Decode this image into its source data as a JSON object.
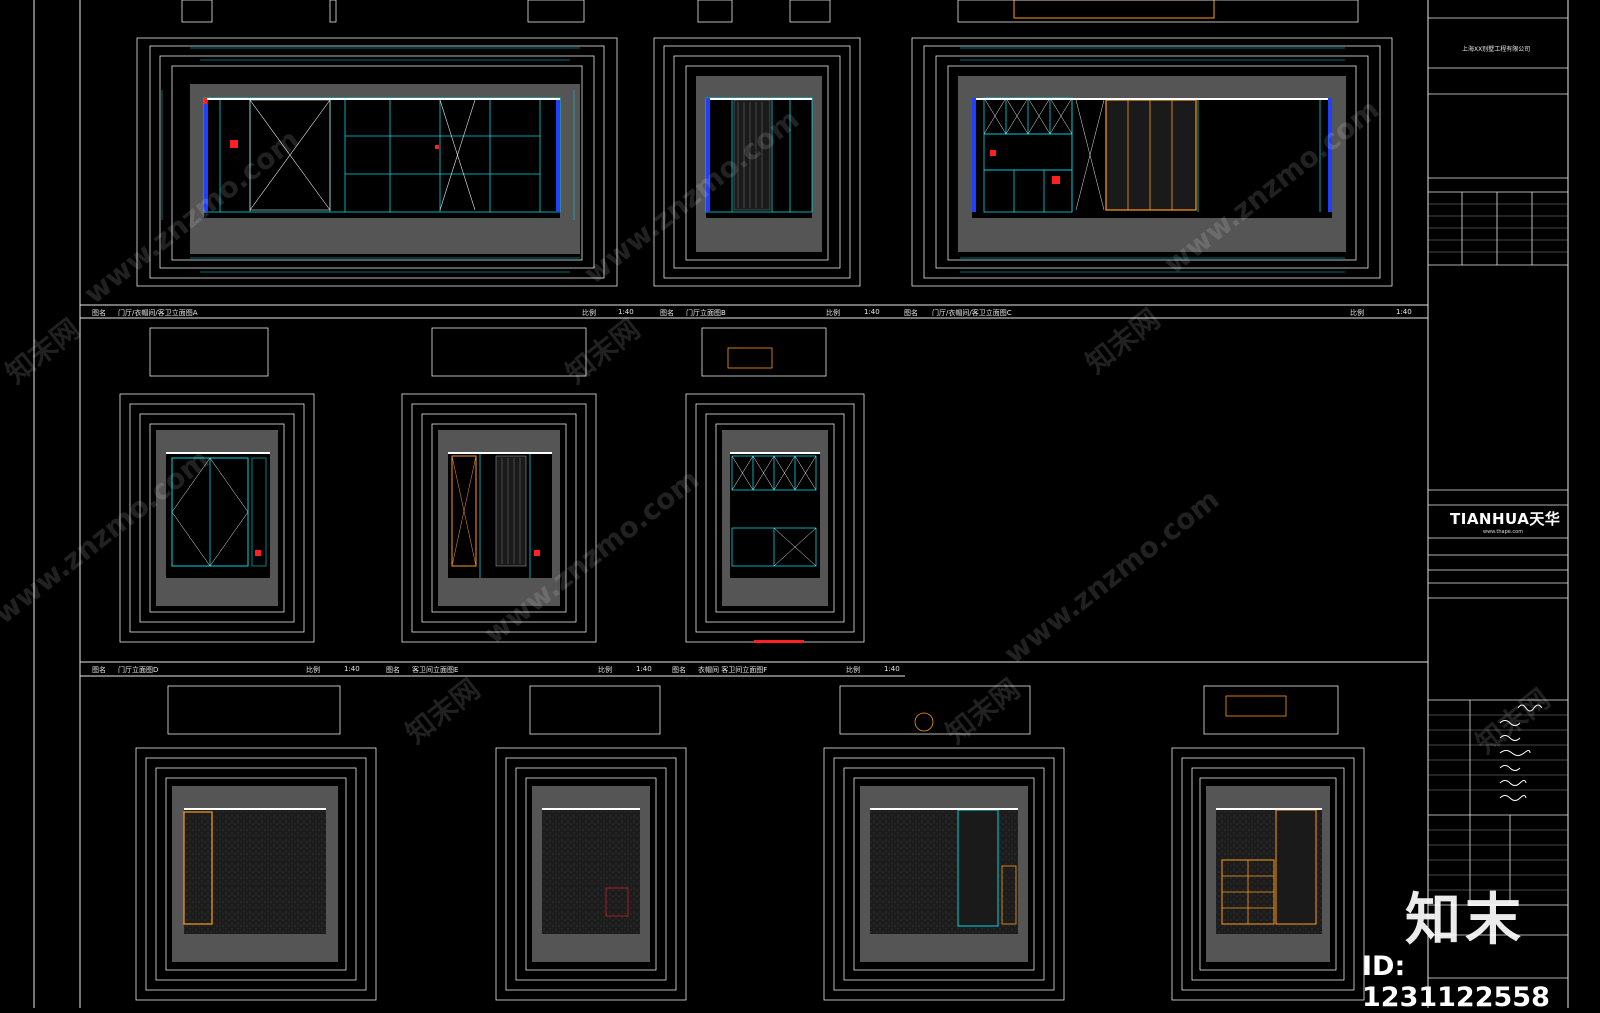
{
  "title_block": {
    "company_line": "上海XX别墅工程有限公司",
    "logo": "TIANHUA天华",
    "logo_url": "www.thape.com"
  },
  "sheet_labels": [
    {
      "label": "图名",
      "name": "门厅/衣帽间/客卫立面图A",
      "scale_label": "比例",
      "scale": "1:40"
    },
    {
      "label": "图名",
      "name": "门厅立面图B",
      "scale_label": "比例",
      "scale": "1:40"
    },
    {
      "label": "图名",
      "name": "门厅/衣帽间/客卫立面图C",
      "scale_label": "比例",
      "scale": "1:40"
    },
    {
      "label": "图名",
      "name": "门厅立面图D",
      "scale_label": "比例",
      "scale": "1:40"
    },
    {
      "label": "图名",
      "name": "客卫间立面图E",
      "scale_label": "比例",
      "scale": "1:40"
    },
    {
      "label": "图名",
      "name": "衣帽间 客卫间立面图F",
      "scale_label": "比例",
      "scale": "1:40"
    }
  ],
  "watermark": {
    "brand": "知末",
    "id": "ID: 1231122558",
    "site": "www.znzmo.com",
    "site_cn": "知末网"
  },
  "colors": {
    "background": "#000000",
    "frame": "#e8e8e8",
    "dimension": "#00d8e0",
    "wall": "#ffffff",
    "floor_fill": "#555555",
    "cabinet": "#ff9a1a",
    "highlight": "#ff2020",
    "panel_blue": "#2040ff"
  }
}
